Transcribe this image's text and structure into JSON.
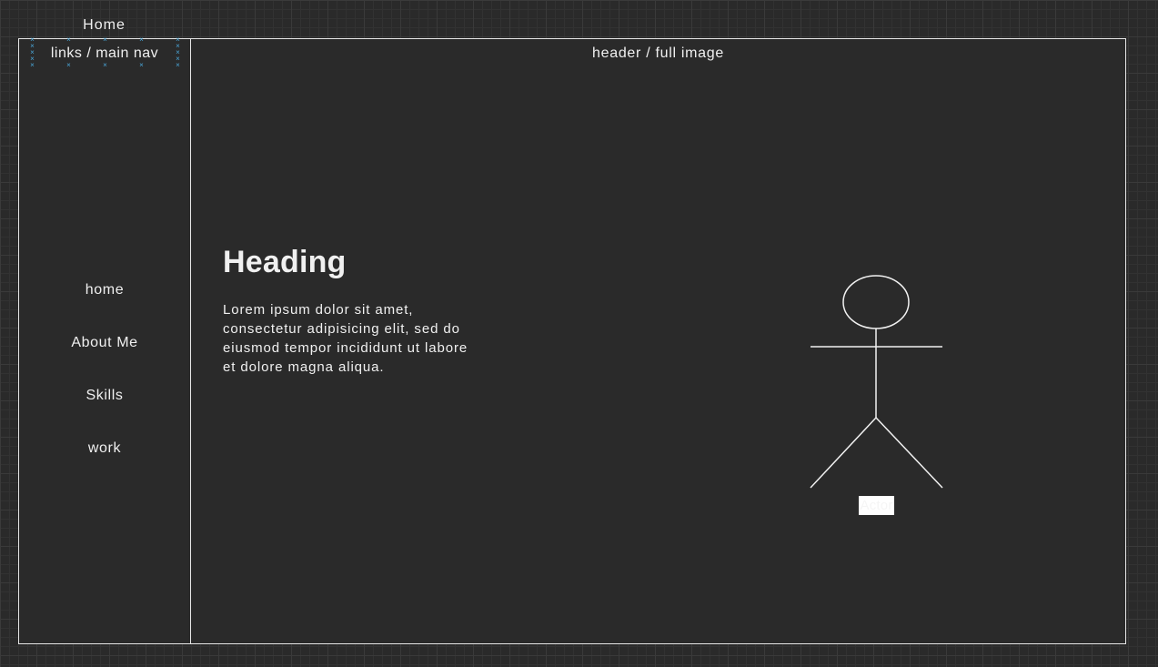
{
  "canvas": {
    "home_label": "Home"
  },
  "sidebar": {
    "title": "links / main nav",
    "items": [
      {
        "label": "home"
      },
      {
        "label": "About Me"
      },
      {
        "label": "Skills"
      },
      {
        "label": "work"
      }
    ]
  },
  "main": {
    "header_label": "header / full image",
    "heading": "Heading",
    "body_text": "Lorem ipsum dolor sit amet, consectetur adipisicing elit, sed do eiusmod tempor incididunt ut labore et dolore magna aliqua.",
    "actor_label": "Actor"
  },
  "colors": {
    "background": "#2a2a2a",
    "grid": "#3a3a3a",
    "border": "#e6e6e6",
    "text": "#f0f0f0",
    "selection_marker": "#4aa6d8",
    "actor_label_background": "#ffffff"
  }
}
